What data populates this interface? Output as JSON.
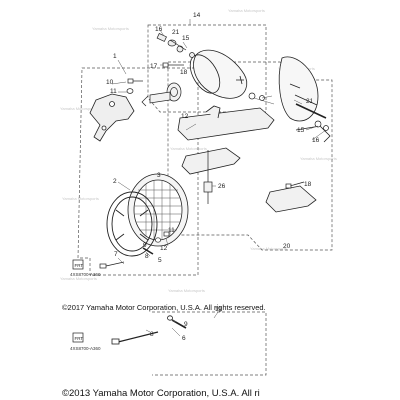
{
  "callouts": {
    "c14": "14",
    "c16a": "16",
    "c21a": "21",
    "c15a": "15",
    "c17": "17",
    "c18a": "18",
    "c1": "1",
    "c10": "10",
    "c11a": "11",
    "c12a": "12",
    "c21b": "21",
    "c15b": "15",
    "c16b": "16",
    "c18b": "18",
    "c26": "26",
    "c2": "2",
    "c3": "3",
    "c11b": "11",
    "c12b": "12",
    "c5": "5",
    "c7": "7",
    "c8a": "8",
    "c9a": "9",
    "c20": "20",
    "c9b": "9",
    "c11c": "11",
    "c6": "6",
    "c8b": "8"
  },
  "part_code_upper": "4XS8700-A360",
  "part_code_lower": "4XS8700-A360",
  "watermark": "Yamaha Motorsports",
  "copyright_2017": "©2017 Yamaha Motor Corporation, U.S.A. All rights reserved.",
  "copyright_2013": "©2013 Yamaha Motor Corporation, U.S.A. All ri"
}
